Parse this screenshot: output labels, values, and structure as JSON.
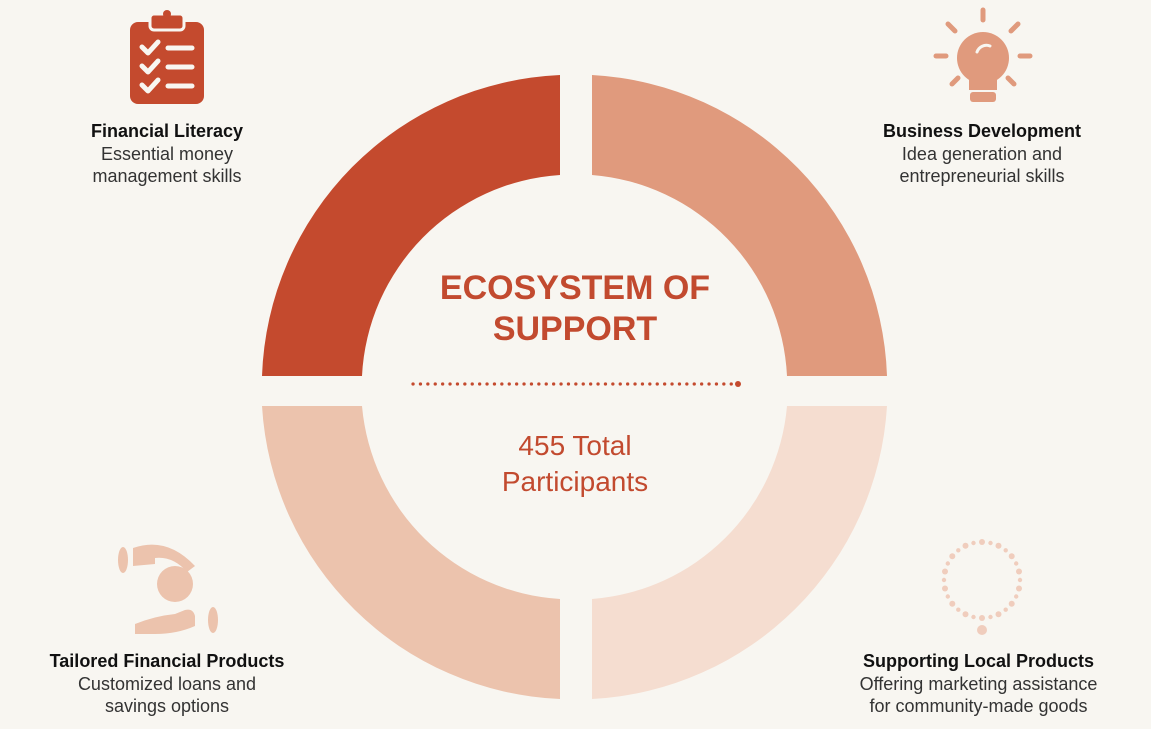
{
  "center": {
    "title_line1": "ECOSYSTEM OF",
    "title_line2": "SUPPORT",
    "count_line1": "455 Total",
    "count_line2": "Participants"
  },
  "segments": [
    {
      "title": "Financial Literacy",
      "desc_line1": "Essential money",
      "desc_line2": "management skills",
      "color": "#c44a2e",
      "icon": "clipboard-checklist-icon"
    },
    {
      "title": "Business Development",
      "desc_line1": "Idea generation and",
      "desc_line2": "entrepreneurial skills",
      "color": "#e09a7d",
      "icon": "lightbulb-icon"
    },
    {
      "title": "Tailored Financial Products",
      "desc_line1": "Customized loans and",
      "desc_line2": "savings options",
      "color": "#ecc3ad",
      "icon": "hands-coin-icon"
    },
    {
      "title": "Supporting Local Products",
      "desc_line1": "Offering marketing assistance",
      "desc_line2": "for community-made goods",
      "color": "#f5ddd0",
      "icon": "bead-necklace-icon"
    }
  ]
}
